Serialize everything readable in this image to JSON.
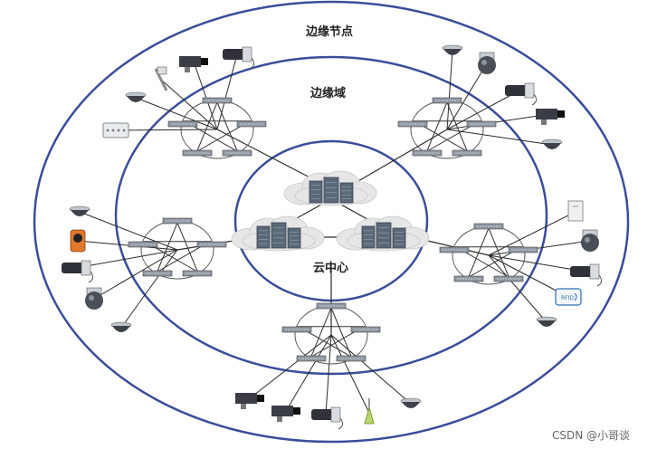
{
  "diagram": {
    "rings": {
      "outer_label": "边缘节点",
      "middle_label": "边缘域",
      "inner_label": "云中心"
    },
    "watermark": "CSDN @小哥谈",
    "colors": {
      "ring": "#3a4d9a",
      "line": "#2a2a2a",
      "cloud": "#e6e6e6",
      "server": "#5a6878"
    },
    "nodes": [
      {
        "name": "edge-domain-node-top-left",
        "icons": [
          "dome-camera-icon",
          "box-camera-icon",
          "bullet-camera-icon",
          "mounted-camera-icon",
          "sensor-box-icon"
        ]
      },
      {
        "name": "edge-domain-node-top-right",
        "icons": [
          "dome-camera-icon",
          "speed-dome-camera-icon",
          "bullet-camera-icon",
          "box-camera-icon",
          "dome-camera-icon"
        ]
      },
      {
        "name": "edge-domain-node-left",
        "icons": [
          "dome-camera-icon",
          "orange-camera-icon",
          "bullet-camera-icon",
          "speed-dome-camera-icon",
          "dome-camera-icon"
        ]
      },
      {
        "name": "edge-domain-node-right",
        "icons": [
          "access-point-icon",
          "speed-dome-camera-icon",
          "bullet-camera-icon",
          "rfid-reader-icon",
          "dome-camera-icon"
        ]
      },
      {
        "name": "edge-domain-node-bottom",
        "icons": [
          "box-camera-icon",
          "box-camera-icon",
          "bullet-camera-icon",
          "antenna-icon",
          "dome-camera-icon"
        ]
      }
    ],
    "rfid_tag": "RFID"
  }
}
